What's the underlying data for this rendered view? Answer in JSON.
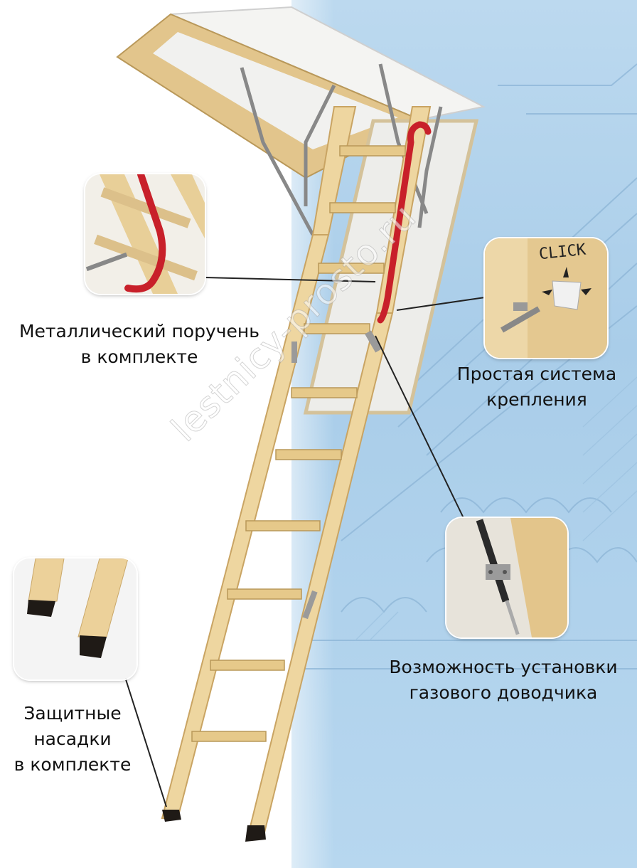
{
  "watermark": "lestnicy-prosto.ru",
  "callouts": {
    "handrail": {
      "line1": "Металлический поручень",
      "line2": "в комплекте"
    },
    "mounting": {
      "line1": "Простая система",
      "line2": "крепления"
    },
    "gas_closer": {
      "line1": "Возможность установки",
      "line2": "газового доводчика"
    },
    "caps": {
      "line1": "Защитные",
      "line2": "насадки",
      "line3": "в комплекте"
    }
  },
  "click_label": "CLICK",
  "colors": {
    "wood": "#e9cf96",
    "wood_dark": "#c9a463",
    "handrail": "#c8202a",
    "blueprint": "#a9cde9",
    "hatch": "#f5f5f2"
  }
}
